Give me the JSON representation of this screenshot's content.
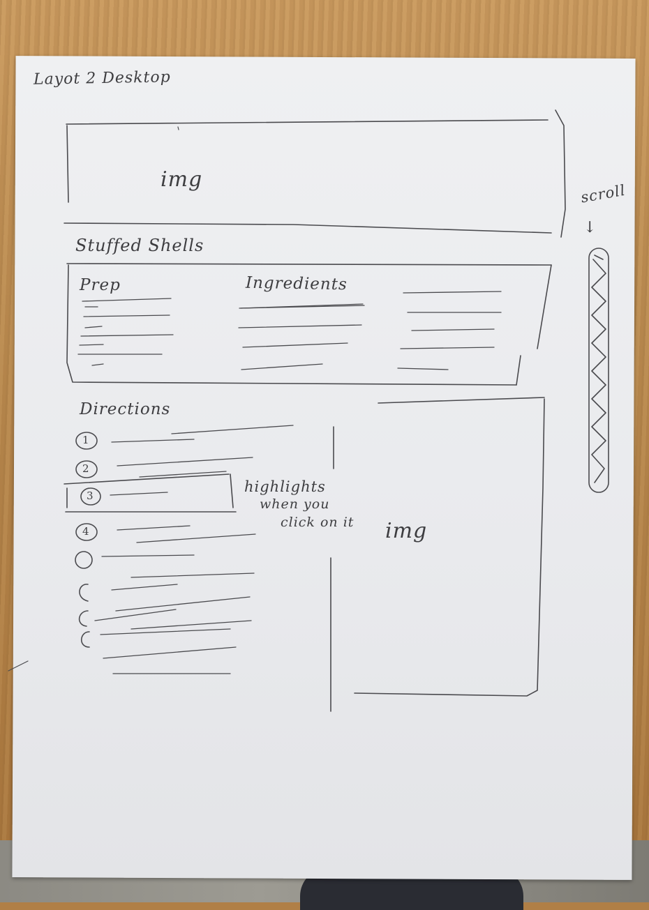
{
  "sheet": {
    "heading": "Layot 2 Desktop"
  },
  "hero": {
    "label": "img"
  },
  "recipe": {
    "title": "Stuffed Shells",
    "prep_label": "Prep",
    "ingredients_label": "Ingredients"
  },
  "directions": {
    "title": "Directions",
    "steps": [
      "1",
      "2",
      "3",
      "4"
    ],
    "note": [
      "highlights",
      "when you",
      "click on it"
    ]
  },
  "side_image": {
    "label": "img"
  },
  "scroll": {
    "label": "scroll",
    "arrow": "↓"
  },
  "colors": {
    "pencil": "#3d3d40",
    "paper": "#eceef1",
    "desk": "#b98a4f"
  }
}
